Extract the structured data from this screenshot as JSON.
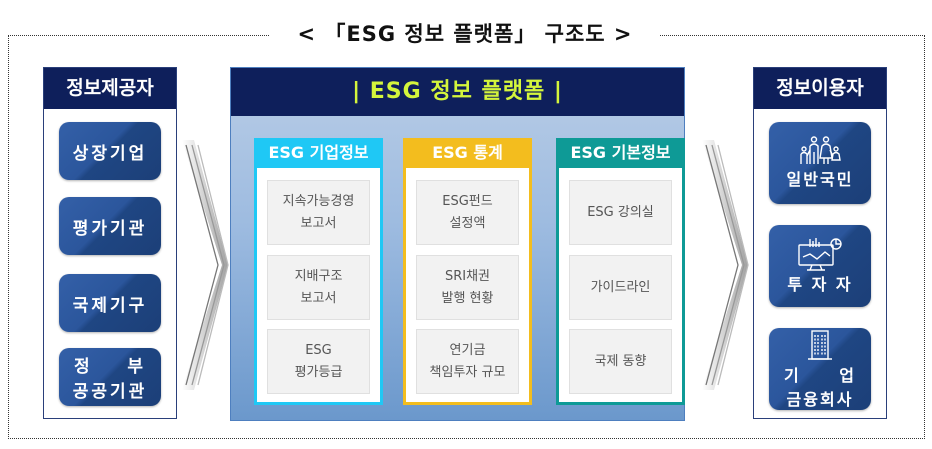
{
  "title": "< 「ESG 정보 플랫폼」 구조도 >",
  "providers": {
    "header": "정보제공자",
    "items": [
      {
        "label": "상장기업"
      },
      {
        "label": "평가기관"
      },
      {
        "label": "국제기구"
      },
      {
        "line1_left": "정",
        "line1_right": "부",
        "line2": "공공기관"
      }
    ]
  },
  "platform": {
    "header": "| ESG 정보 플랫폼 |",
    "columns": [
      {
        "title": "ESG 기업정보",
        "color": "#1fc8f5",
        "cells": [
          {
            "line1": "지속가능경영",
            "line2": "보고서"
          },
          {
            "line1": "지배구조",
            "line2": "보고서"
          },
          {
            "line1": "ESG",
            "line2": "평가등급"
          }
        ]
      },
      {
        "title": "ESG 통계",
        "color": "#f3bd1e",
        "cells": [
          {
            "line1": "ESG펀드",
            "line2": "설정액"
          },
          {
            "line1": "SRI채권",
            "line2": "발행 현황"
          },
          {
            "line1": "연기금",
            "line2": "책임투자 규모"
          }
        ]
      },
      {
        "title": "ESG 기본정보",
        "color": "#0e9a96",
        "cells": [
          {
            "line1": "ESG 강의실"
          },
          {
            "line1": "가이드라인"
          },
          {
            "line1": "국제 동향"
          }
        ]
      }
    ]
  },
  "users": {
    "header": "정보이용자",
    "items": [
      {
        "icon": "family-icon",
        "label": "일반국민"
      },
      {
        "icon": "monitor-chart-icon",
        "label": "투 자 자"
      },
      {
        "icon": "building-icon",
        "line1_left": "기",
        "line1_right": "업",
        "line2": "금융회사"
      }
    ]
  },
  "colors": {
    "navy": "#0e1f5b",
    "header_text": "#d4f53c",
    "button_blue": "#2b569c"
  }
}
